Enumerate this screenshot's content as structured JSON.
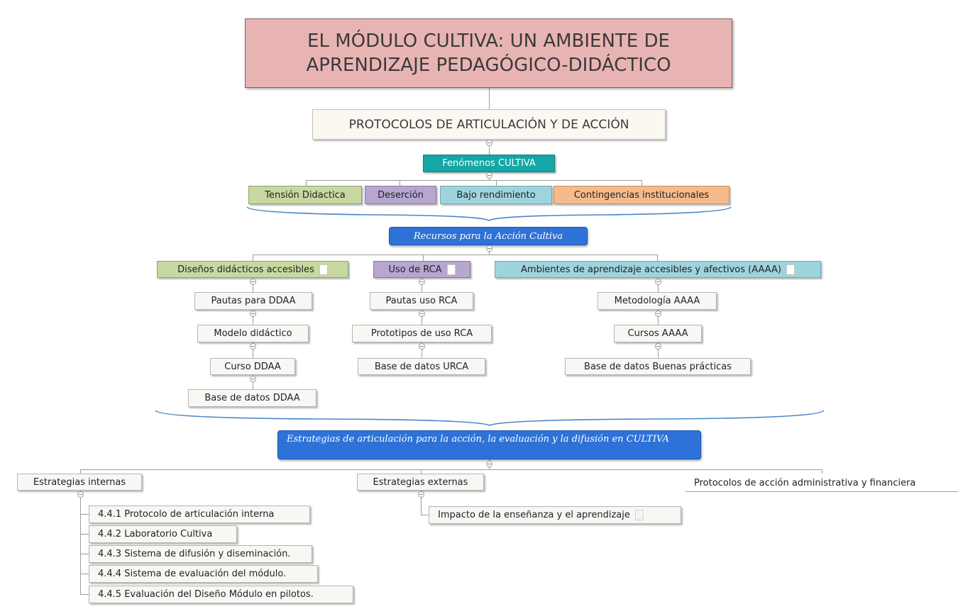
{
  "title": "EL MÓDULO CULTIVA: UN AMBIENTE DE APRENDIZAJE PEDAGÓGICO-DIDÁCTICO",
  "protocols": "PROTOCOLOS DE ARTICULACIÓN Y DE ACCIÓN",
  "phenomena": {
    "label": "Fenómenos CULTIVA",
    "items": [
      "Tensión Didactica",
      "Deserción",
      "Bajo rendimiento",
      "Contingencias institucionales"
    ]
  },
  "resources": {
    "label": "Recursos para la Acción Cultiva",
    "branches": [
      {
        "label": "Diseños didácticos accesibles",
        "children": [
          "Pautas para DDAA",
          "Modelo didáctico",
          "Curso DDAA",
          "Base de datos DDAA"
        ]
      },
      {
        "label": "Uso de RCA",
        "children": [
          "Pautas uso RCA",
          "Prototipos de uso RCA",
          "Base de datos URCA"
        ]
      },
      {
        "label": "Ambientes de aprendizaje accesibles y afectivos (AAAA)",
        "children": [
          "Metodología AAAA",
          "Cursos AAAA",
          "Base de datos Buenas prácticas"
        ]
      }
    ]
  },
  "strategies": {
    "label": "Estrategias de articulación para la acción,  la evaluación y la difusión en CULTIVA",
    "internal": {
      "label": "Estrategias internas",
      "children": [
        "4.4.1 Protocolo de articulación interna",
        "4.4.2 Laboratorio Cultiva",
        "4.4.3 Sistema de difusión y diseminación.",
        "4.4.4 Sistema de evaluación del módulo.",
        "4.4.5 Evaluación del Diseño Módulo en pilotos."
      ]
    },
    "external": {
      "label": "Estrategias externas",
      "children": [
        "Impacto de la enseñanza y el aprendizaje"
      ]
    },
    "admin": "Protocolos de acción administrativa y financiera"
  },
  "colors": {
    "title_bg": "#e8b4b3",
    "teal": "#15a6a6",
    "green": "#c7d9a0",
    "purple": "#b6a6d0",
    "cyan": "#9fd4de",
    "orange": "#f6bb8c",
    "blue": "#2f72d7",
    "brace": "#4a86c8"
  }
}
